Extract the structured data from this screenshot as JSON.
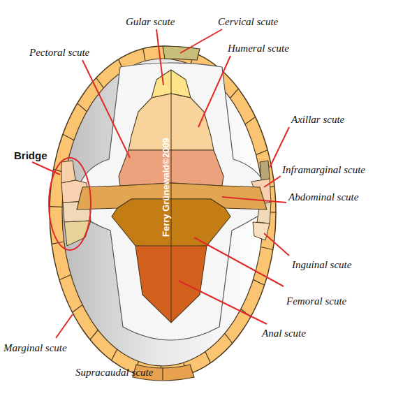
{
  "diagram": {
    "labels": [
      "Gular scute",
      "Cervical scute",
      "Pectoral scute",
      "Humeral scute",
      "Axillar scute",
      "Bridge",
      "Inframarginal scute",
      "Abdominal scute",
      "Inguinal scute",
      "Femoral scute",
      "Anal scute",
      "Marginal scute",
      "Supracaudal scute",
      "Ferry Grünewald©2009"
    ]
  }
}
